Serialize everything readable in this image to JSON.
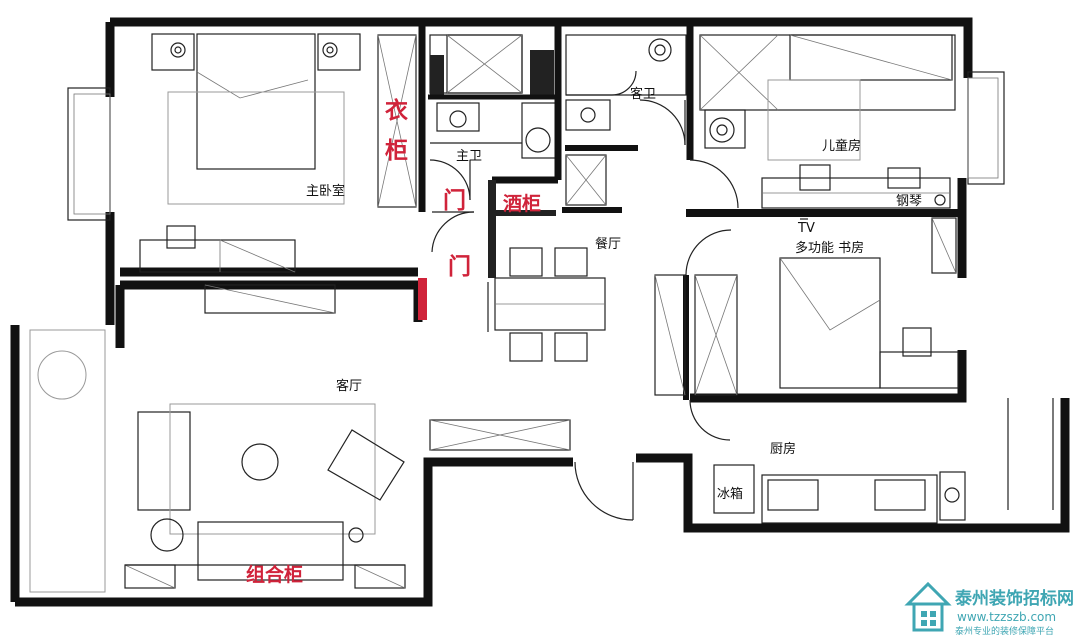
{
  "rooms": {
    "master_bedroom": "主卧室",
    "master_bath": "主卫",
    "guest_bath": "客卫",
    "kids_room": "儿童房",
    "dining": "餐厅",
    "study": "多功能 书房",
    "tv": "TV",
    "living": "客厅",
    "kitchen": "厨房"
  },
  "furniture": {
    "piano": "钢琴",
    "fridge": "冰箱"
  },
  "annotations": {
    "wardrobe_1": "衣",
    "wardrobe_2": "柜",
    "door_1": "门",
    "door_2": "门",
    "wine_cabinet": "酒柜",
    "combo_cabinet": "组合柜"
  },
  "watermark": {
    "name": "泰州装饰招标网",
    "url": "www.tzzszb.com",
    "slogan": "泰州专业的装修保障平台"
  },
  "colors": {
    "annotation_red": "#d0233a",
    "watermark_teal": "#3fa6b3"
  }
}
